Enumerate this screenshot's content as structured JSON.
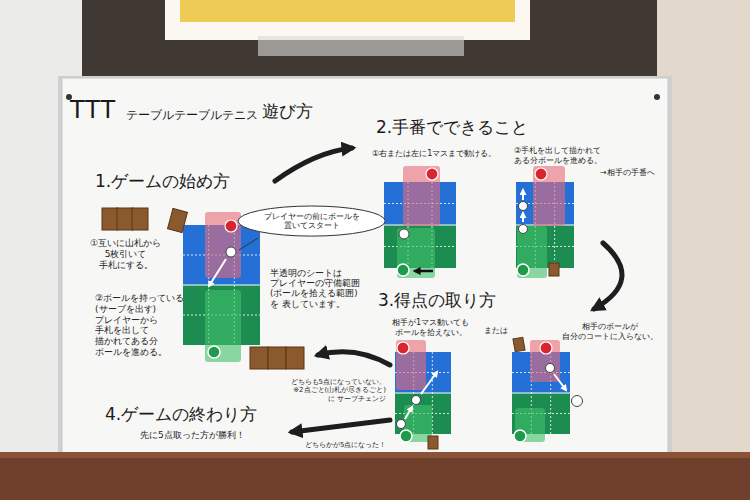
{
  "diagram": {
    "title": "TTT",
    "nodes": [
      {
        "text": [
          "プレイヤーの前にボールを 置いてスタート"
        ]
      }
    ],
    "labels": [
      "テーブルテーブルテニス",
      "遊び方",
      "1.ゲームの始め方",
      "①互いに山札から 5枚引いて 手札にする。",
      "②ボールを持っている (サーブを出す) プレイヤーから 手札を出して 描かれてある分 ボールを進める。",
      "半透明のシートは プレイヤーの守備範囲 (ボールを拾える範囲)を 表しています。",
      "2.手番でできること",
      "①右または左に1マスまで動ける。",
      "②手札を出して描かれて ある分ボールを進める。",
      "→相手の手番へ",
      "3.得点の取り方",
      "相手が1マス動いても ボールを拾えない。",
      "または",
      "相手のボールが 自分のコートに入らない。",
      "どちらも5点になっていない。 ※2点ごと(山札が尽きるごと)に サーブチェンジ",
      "4.ゲームの終わり方",
      "先に5点取った方が勝利！",
      "どちらかが5点になった！"
    ]
  }
}
